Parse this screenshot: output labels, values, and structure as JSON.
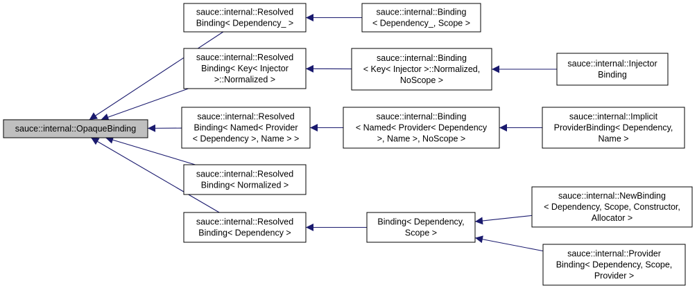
{
  "colors": {
    "edge": "#1a1a6e",
    "box_fill": "#ffffff",
    "box_stroke": "#000000",
    "root_fill": "#bfbfbf",
    "text": "#000000"
  },
  "nodes": [
    {
      "id": "opaque_binding",
      "lines": [
        "sauce::internal::OpaqueBinding"
      ],
      "highlighted": true
    },
    {
      "id": "rb_dependency_",
      "lines": [
        "sauce::internal::Resolved",
        "Binding< Dependency_ >"
      ]
    },
    {
      "id": "rb_key_injector",
      "lines": [
        "sauce::internal::Resolved",
        "Binding< Key< Injector",
        ">::Normalized >"
      ]
    },
    {
      "id": "rb_named_provider",
      "lines": [
        "sauce::internal::Resolved",
        "Binding< Named< Provider",
        "< Dependency >, Name > >"
      ]
    },
    {
      "id": "rb_normalized",
      "lines": [
        "sauce::internal::Resolved",
        "Binding< Normalized >"
      ]
    },
    {
      "id": "rb_dependency",
      "lines": [
        "sauce::internal::Resolved",
        "Binding< Dependency >"
      ]
    },
    {
      "id": "b_dependency_scope_",
      "lines": [
        "sauce::internal::Binding",
        "< Dependency_, Scope >"
      ]
    },
    {
      "id": "b_key_injector",
      "lines": [
        "sauce::internal::Binding",
        "< Key< Injector >::Normalized,",
        "NoScope >"
      ]
    },
    {
      "id": "b_named_provider",
      "lines": [
        "sauce::internal::Binding",
        "< Named< Provider< Dependency",
        ">, Name >, NoScope >"
      ]
    },
    {
      "id": "b_dependency_scope",
      "lines": [
        "Binding< Dependency,",
        "Scope >"
      ]
    },
    {
      "id": "injector_binding",
      "lines": [
        "sauce::internal::Injector",
        "Binding"
      ]
    },
    {
      "id": "implicit_provider_binding",
      "lines": [
        "sauce::internal::Implicit",
        "ProviderBinding< Dependency,",
        "Name >"
      ]
    },
    {
      "id": "new_binding",
      "lines": [
        "sauce::internal::NewBinding",
        "< Dependency, Scope, Constructor,",
        "Allocator >"
      ]
    },
    {
      "id": "provider_binding",
      "lines": [
        "sauce::internal::Provider",
        "Binding< Dependency, Scope,",
        "Provider >"
      ]
    }
  ],
  "edges": [
    {
      "from": "rb_dependency_",
      "to": "opaque_binding"
    },
    {
      "from": "rb_key_injector",
      "to": "opaque_binding"
    },
    {
      "from": "rb_named_provider",
      "to": "opaque_binding"
    },
    {
      "from": "rb_normalized",
      "to": "opaque_binding"
    },
    {
      "from": "rb_dependency",
      "to": "opaque_binding"
    },
    {
      "from": "b_dependency_scope_",
      "to": "rb_dependency_"
    },
    {
      "from": "b_key_injector",
      "to": "rb_key_injector"
    },
    {
      "from": "b_named_provider",
      "to": "rb_named_provider"
    },
    {
      "from": "b_dependency_scope",
      "to": "rb_dependency"
    },
    {
      "from": "injector_binding",
      "to": "b_key_injector"
    },
    {
      "from": "implicit_provider_binding",
      "to": "b_named_provider"
    },
    {
      "from": "new_binding",
      "to": "b_dependency_scope"
    },
    {
      "from": "provider_binding",
      "to": "b_dependency_scope"
    }
  ]
}
